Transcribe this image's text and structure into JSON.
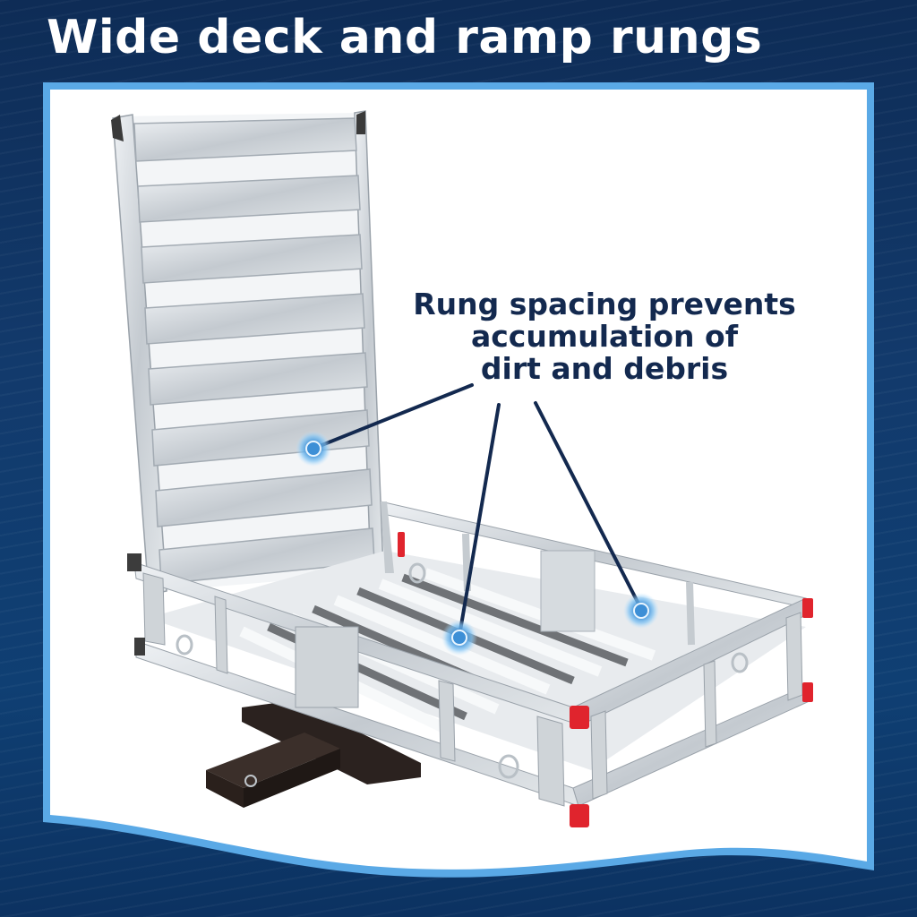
{
  "title": "Wide deck and ramp rungs",
  "callout": {
    "line1": "Rung spacing prevents",
    "line2": "accumulation of",
    "line3": "dirt and debris"
  },
  "colors": {
    "background": "#0e2c56",
    "panel": "#ffffff",
    "panel_border": "#5aa9e6",
    "callout_text": "#13294f",
    "marker": "#4fa6e8",
    "aluminum": "#c9ced3",
    "reflector": "#e0242d",
    "hitch": "#2e2420"
  },
  "image": {
    "subject": "aluminum hitch cargo carrier with ramp",
    "icons": [
      "callout-dot-icon",
      "callout-dot-icon",
      "callout-dot-icon"
    ]
  }
}
